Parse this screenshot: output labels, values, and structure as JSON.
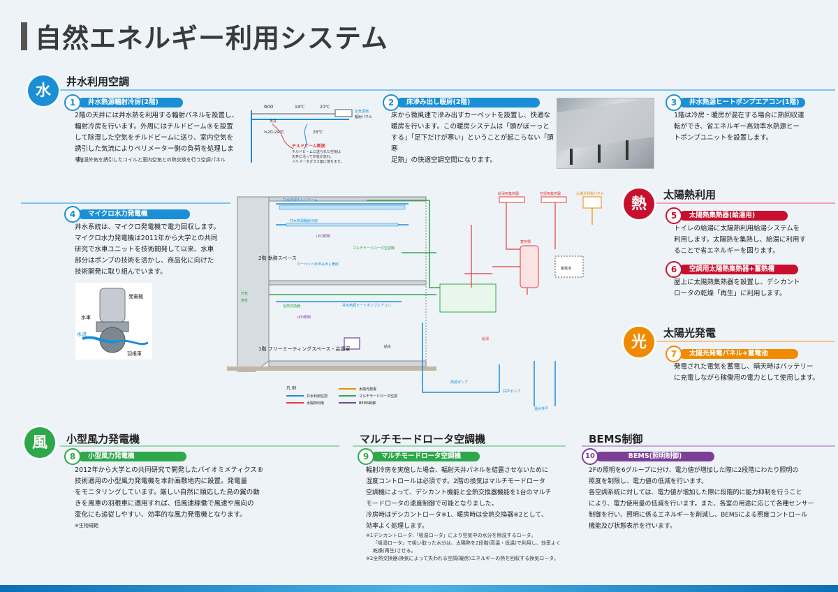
{
  "page_title": "自然エネルギー利用システム",
  "sections": {
    "water": {
      "badge": "水",
      "title": "井水利用空調",
      "color": "#1a8fd6",
      "items": [
        {
          "num": "1",
          "head": "井水熱源輻射冷房(2階)",
          "lines": [
            "2階の天井には井水熱を利用する輻射パネルを設置し、",
            "輻射冷房を行います。外周にはチルドビーム®を設置",
            "して除湿した空気をチルドビームに送り、室内空気を",
            "誘引した気流によりペリメーター側の負荷を処理します。"
          ],
          "note": "※除湿外気を誘引したコイルと室内空気との熱交換を行う空調パネル"
        },
        {
          "num": "2",
          "head": "床滲み出し暖房(2階)",
          "lines": [
            "床から微風速で滲み出すカーペットを設置し、快適な",
            "暖房を行います。この暖房システムは「頭がぼーっと",
            "する」「足下だけが寒い」ということが起こらない「頭寒",
            "足熱」の快適空調空間になります。"
          ]
        },
        {
          "num": "3",
          "head": "井水熱源ヒートポンプエアコン(1階)",
          "lines": [
            "1階は冷房・暖房が混在する場合に熱回収運",
            "転ができ、省エネルギー高効率水熱源ヒー",
            "トポンプユニットを設置します。"
          ]
        },
        {
          "num": "4",
          "head": "マイクロ水力発電機",
          "lines": [
            "井水系統は、マイクロ発電機で電力回収します。",
            "マイクロ水力発電機は2011年から大学との共同",
            "研究で水車ユニットを技術開発して以来、水車",
            "部分はポンプの技術を活かし、商品化に向けた",
            "技術開発に取り組んでいます。"
          ]
        }
      ]
    },
    "solar_heat": {
      "badge": "熱",
      "title": "太陽熱利用",
      "color": "#c8102e",
      "items": [
        {
          "num": "5",
          "head": "太陽熱集熱器(給湯用)",
          "lines": [
            "トイレの給湯に太陽熱利用給湯システムを",
            "利用します。太陽熱を集熱し、給湯に利用す",
            "ることで省エネルギーを図ります。"
          ]
        },
        {
          "num": "6",
          "head": "空調用太陽熱集熱器+蓄熱槽",
          "lines": [
            "屋上に太陽熱集熱器を設置し、デシカント",
            "ロータの乾燥「再生」に利用します。"
          ]
        }
      ]
    },
    "solar_power": {
      "badge": "光",
      "title": "太陽光発電",
      "color": "#f08a00",
      "items": [
        {
          "num": "7",
          "head": "太陽光発電パネル+蓄電池",
          "lines": [
            "発電された電気を蓄電し、晴天時はバッテリー",
            "に充電しながら稼働用の電力として使用します。"
          ]
        }
      ]
    },
    "wind": {
      "badge": "風",
      "title": "小型風力発電機",
      "color": "#2ea84a",
      "items": [
        {
          "num": "8",
          "head": "小型風力発電機",
          "lines": [
            "2012年から大学との共同研究で開発したバイオミメティクス®",
            "技術適用の小型風力発電機を本計画敷地内に設置。発電量",
            "をモニタリングしています。厳しい自然に順応した鳥の翼の動",
            "きを風車の羽根車に適用すれば、低風速稼働で風速や風向の",
            "変化にも追従しやすい、効率的な風力発電機となります。"
          ],
          "note": "※生物規範"
        }
      ]
    },
    "rotor": {
      "title": "マルチモードロータ空調機",
      "color": "#2ea84a",
      "items": [
        {
          "num": "9",
          "head": "マルチモードロータ空調機",
          "lines": [
            "輻射冷房を実施した場合、輻射天井パネルを結露させないために",
            "湿度コントロールは必須です。2階の換気はマルチモードロータ",
            "空調機によって、デシカント機能と全熱交換器機能を1台のマルチ",
            "モードロータの速度制御で可能となりました。",
            "冷房時はデシカントロータ※1、暖房時は全熱交換器※2として、",
            "効率よく処理します。"
          ],
          "notes": [
            "※1デシカントロータ:「吸湿ロータ」により空気中の水分を除湿するロータ。",
            "「吸湿ロータ」で吸い取った水分は、太陽熱を2段階(高温・低温)で利用し、効率よく",
            "乾燥(再生)させる。",
            "※2全熱交換器:換気によって失われる空調(暖房)エネルギーの熱を回収する換気ロータ。"
          ]
        }
      ]
    },
    "bems": {
      "title": "BEMS制御",
      "color": "#7b3f98",
      "items": [
        {
          "num": "10",
          "head": "BEMS(照明制御)",
          "lines": [
            "2Fの照明を6グループに分け、電力値が増加した際に2段階にわたり照明の",
            "照度を制限し、電力値の低減を行います。",
            "各空調系統に対しては、電力値が増加した際に段階的に能力抑制を行うこと",
            "により、電力使用量の低減を行います。また、各室の用途に応じて各種センサー",
            "制御を行い、照明に係るエネルギーを削減し、BEMSによる照度コントロール",
            "機能及び状態表示を行います。"
          ]
        }
      ]
    }
  },
  "diagram1": {
    "dim": "600",
    "t1": "18℃",
    "t2": "20℃",
    "t3": "≒20-24℃",
    "t4": "26℃",
    "label_ceiling": "天井",
    "label_chill": "チルドビーム",
    "label_radiant": "輻射パネル",
    "label_air": "空気調扇",
    "beam_title": "チルドビーム断面",
    "beam_desc1": "チルドビームに送られた空気は",
    "beam_desc2": "天井に沿って外気が流れ、",
    "beam_desc3": "ペリメータガラス面に落ちます。"
  },
  "turbine": {
    "gen": "発電機",
    "wheel": "水車",
    "flow": "水流",
    "blade": "羽根車"
  },
  "system_diagram": {
    "floor2": "2階 執務スペース",
    "floor1": "1階 フリーミーティングスペース・会議室",
    "labels": {
      "beam": "井水熱源チルドビーム",
      "radiant": "井水熱源輻射冷房",
      "led": "LED照明",
      "carpet": "カーペット床滲み出し暖房",
      "hp": "井水熱源ヒートポンプエアコン",
      "rotor": "マルチモードロータ空調機",
      "hex": "全熱交換器",
      "pump": "熱源ポンプ",
      "well_pump": "井戸ポンプ",
      "inj": "還水井戸",
      "water": "給水",
      "hot": "給湯",
      "tank": "蓄熱槽",
      "battery": "蓄電池",
      "solar_col1": "給湯用集熱器",
      "solar_col2": "空調用集熱器",
      "pv": "太陽光発電パネル",
      "outdoor": "外気",
      "exhaust": "排気"
    },
    "legend_title": "凡 例",
    "legend": [
      {
        "label": "井水利用空調",
        "color": "#1a8fd6"
      },
      {
        "label": "太陽熱利用",
        "color": "#e53935"
      },
      {
        "label": "太陽光発電",
        "color": "#f08a00"
      },
      {
        "label": "マルチモードロータ空調",
        "color": "#2ea84a"
      },
      {
        "label": "BEMS制御",
        "color": "#7b3f98"
      }
    ]
  }
}
